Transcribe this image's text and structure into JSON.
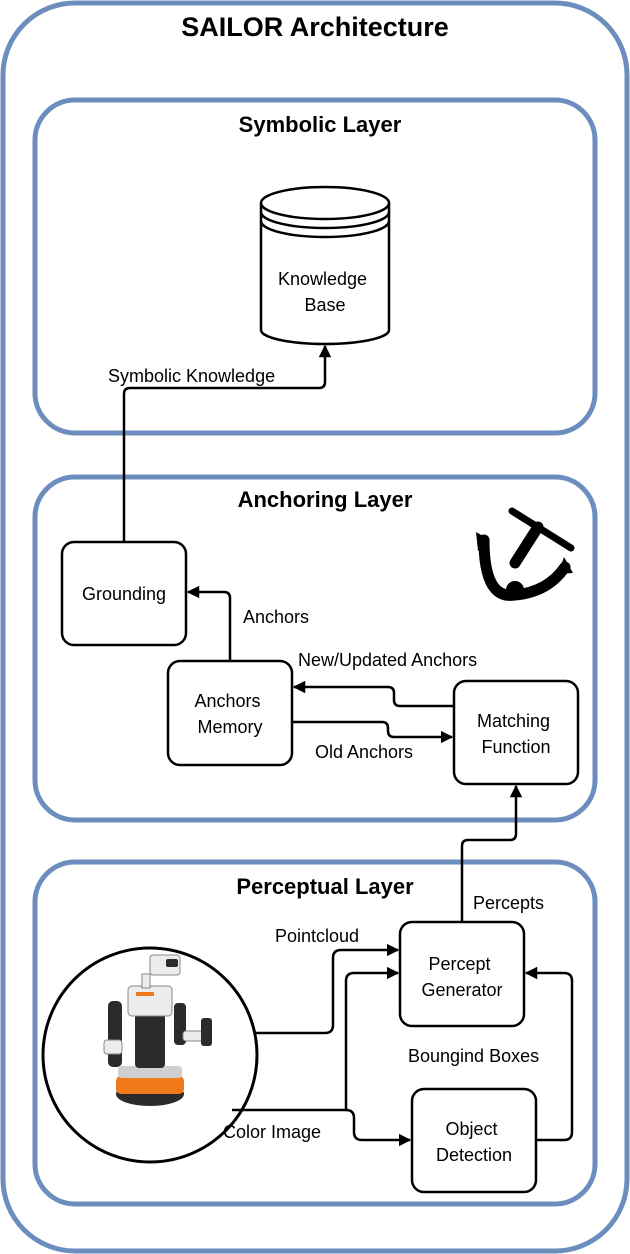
{
  "title": "SAILOR Architecture",
  "layers": {
    "symbolic": "Symbolic Layer",
    "anchoring": "Anchoring Layer",
    "perceptual": "Perceptual Layer"
  },
  "nodes": {
    "knowledge_base": [
      "Knowledge",
      "Base"
    ],
    "grounding": [
      "Grounding"
    ],
    "anchors_memory": [
      "Anchors",
      "Memory"
    ],
    "matching_function": [
      "Matching",
      "Function"
    ],
    "percept_generator": [
      "Percept",
      "Generator"
    ],
    "object_detection": [
      "Object",
      "Detection"
    ]
  },
  "edges": {
    "symbolic_knowledge": "Symbolic Knowledge",
    "anchors": "Anchors",
    "new_updated_anchors": "New/Updated Anchors",
    "old_anchors": "Old Anchors",
    "percepts": "Percepts",
    "pointcloud": "Pointcloud",
    "color_image": "Color Image",
    "bounding_boxes": "Boungind Boxes"
  },
  "icons": {
    "anchor": "anchor-icon",
    "robot": "robot-image"
  },
  "colors": {
    "frame": "#6c8ebf",
    "robot_orange": "#f07a1a",
    "robot_dark": "#2b2b2b"
  }
}
